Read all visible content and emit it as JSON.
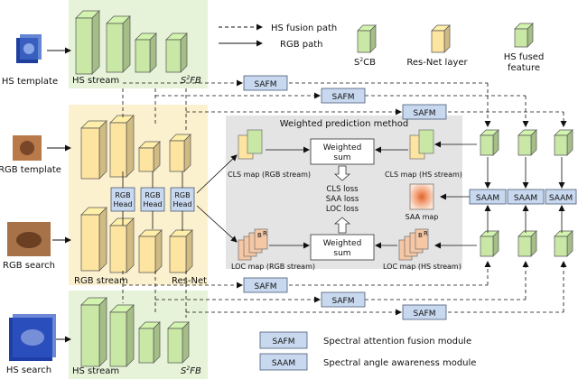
{
  "legend": {
    "fusion_path": "HS fusion path",
    "rgb_path": "RGB path",
    "s2cb_pre": "S",
    "s2cb_sup": "2",
    "s2cb_post": "CB",
    "resnet_layer": "Res-Net layer",
    "hs_fused_line1": "HS fused",
    "hs_fused_line2": "feature"
  },
  "inputs": {
    "hs_template": "HS template",
    "rgb_template": "RGB template",
    "rgb_search": "RGB search",
    "hs_search": "HS search"
  },
  "streams": {
    "hs_stream_top": "HS stream",
    "hs_stream_bottom": "HS stream",
    "rgb_stream": "RGB stream",
    "resnet": "Res-Net",
    "s2fb_pre": "S",
    "s2fb_sup": "2",
    "s2fb_post": "FB"
  },
  "rgb_head": [
    "RGB",
    "Head"
  ],
  "modules": {
    "safm": "SAFM",
    "saam": "SAAM"
  },
  "weighted": {
    "title": "Weighted prediction method",
    "sum_top": [
      "Weighted",
      "sum"
    ],
    "sum_bottom": [
      "Weighted",
      "sum"
    ],
    "cls_rgb": "CLS map (RGB stream)",
    "cls_hs": "CLS map (HS stream)",
    "loc_rgb": "LOC map (RGB stream)",
    "loc_hs": "LOC map (HS stream)",
    "cls_loss": "CLS loss",
    "saa_loss": "SAA loss",
    "loc_loss": "LOC loss",
    "saa_map": "SAA map",
    "letter_b": "B",
    "letter_r": "R"
  },
  "bottom_legend": {
    "safm": "SAFM",
    "safm_desc": "Spectral attention fusion module",
    "saam": "SAAM",
    "saam_desc": "Spectral angle awareness module"
  },
  "colors": {
    "green": "#c9e8a6",
    "yellow": "#fde4a0",
    "module": "#c8d8ee",
    "hs_bg": "#e6f3d9",
    "rgb_bg": "#fcf1cf",
    "gray_bg": "#e4e4e4"
  }
}
